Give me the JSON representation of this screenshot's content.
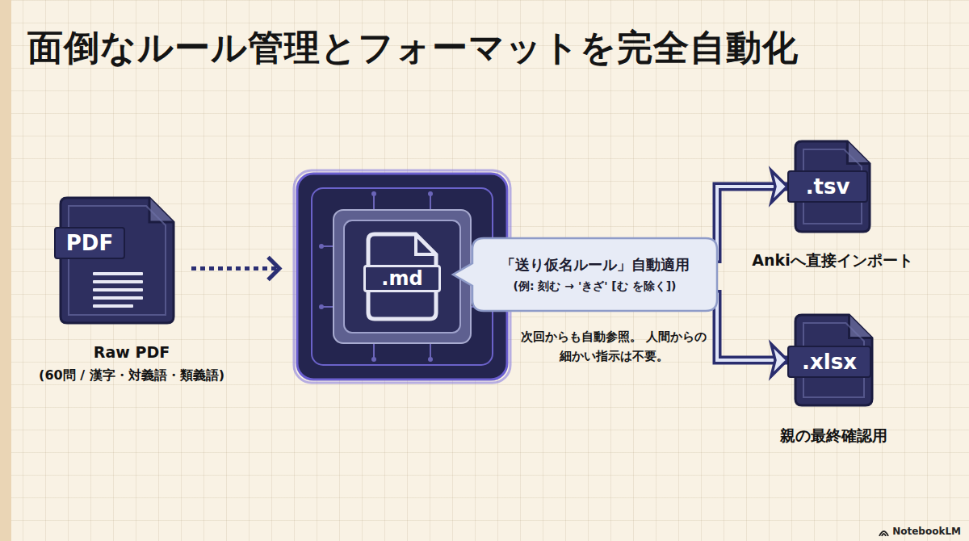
{
  "diagram": {
    "title": "面倒なルール管理とフォーマットを完全自動化",
    "nodes": [
      {
        "text": [
          "PDF",
          "Raw PDF",
          "(60問 / 漢字・対義語・類義語)"
        ]
      },
      {
        "text": [
          ".md"
        ]
      },
      {
        "text": [
          "「送り仮名ルール」自動適用",
          "(例: 刻む → 'きざ' [む を除く])"
        ]
      },
      {
        "text": [
          ".tsv",
          "Ankiへ直接インポート"
        ]
      },
      {
        "text": [
          ".xlsx",
          "親の最終確認用"
        ]
      }
    ],
    "edges": [
      {
        "from": 0,
        "to": 1,
        "arrow": "to"
      },
      {
        "from": 1,
        "to": 3,
        "arrow": "to"
      },
      {
        "from": 1,
        "to": 4,
        "arrow": "to"
      }
    ],
    "labels": [
      "次回からも自動参照。 人間からの細かい指示は不要。",
      "NotebookLM"
    ]
  }
}
